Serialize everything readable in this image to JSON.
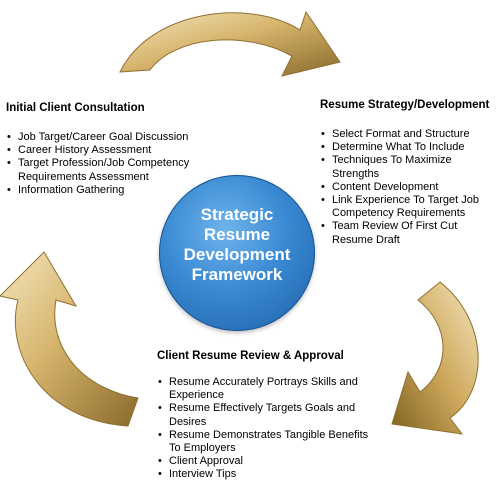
{
  "center": {
    "lines": [
      "Strategic",
      "Resume",
      "Development",
      "Framework"
    ],
    "fill_color": "#3a8ad3",
    "text_color": "#ffffff"
  },
  "arrow_color": "#c9a75f",
  "sections": [
    {
      "id": "initial-consultation",
      "title": "Initial Client Consultation",
      "items": [
        "Job Target/Career Goal Discussion",
        "Career History Assessment",
        "Target Profession/Job Competency Requirements Assessment",
        "Information Gathering"
      ]
    },
    {
      "id": "strategy-development",
      "title": "Resume Strategy/Development",
      "items": [
        "Select Format and Structure",
        "Determine What To Include",
        "Techniques To Maximize Strengths",
        "Content Development",
        "Link Experience To Target Job Competency Requirements",
        "Team Review Of First Cut Resume Draft"
      ]
    },
    {
      "id": "review-approval",
      "title": "Client Resume Review & Approval",
      "items": [
        "Resume Accurately Portrays Skills and Experience",
        "Resume Effectively Targets Goals and Desires",
        "Resume Demonstrates Tangible Benefits To Employers",
        "Client Approval",
        "Interview Tips"
      ]
    }
  ]
}
